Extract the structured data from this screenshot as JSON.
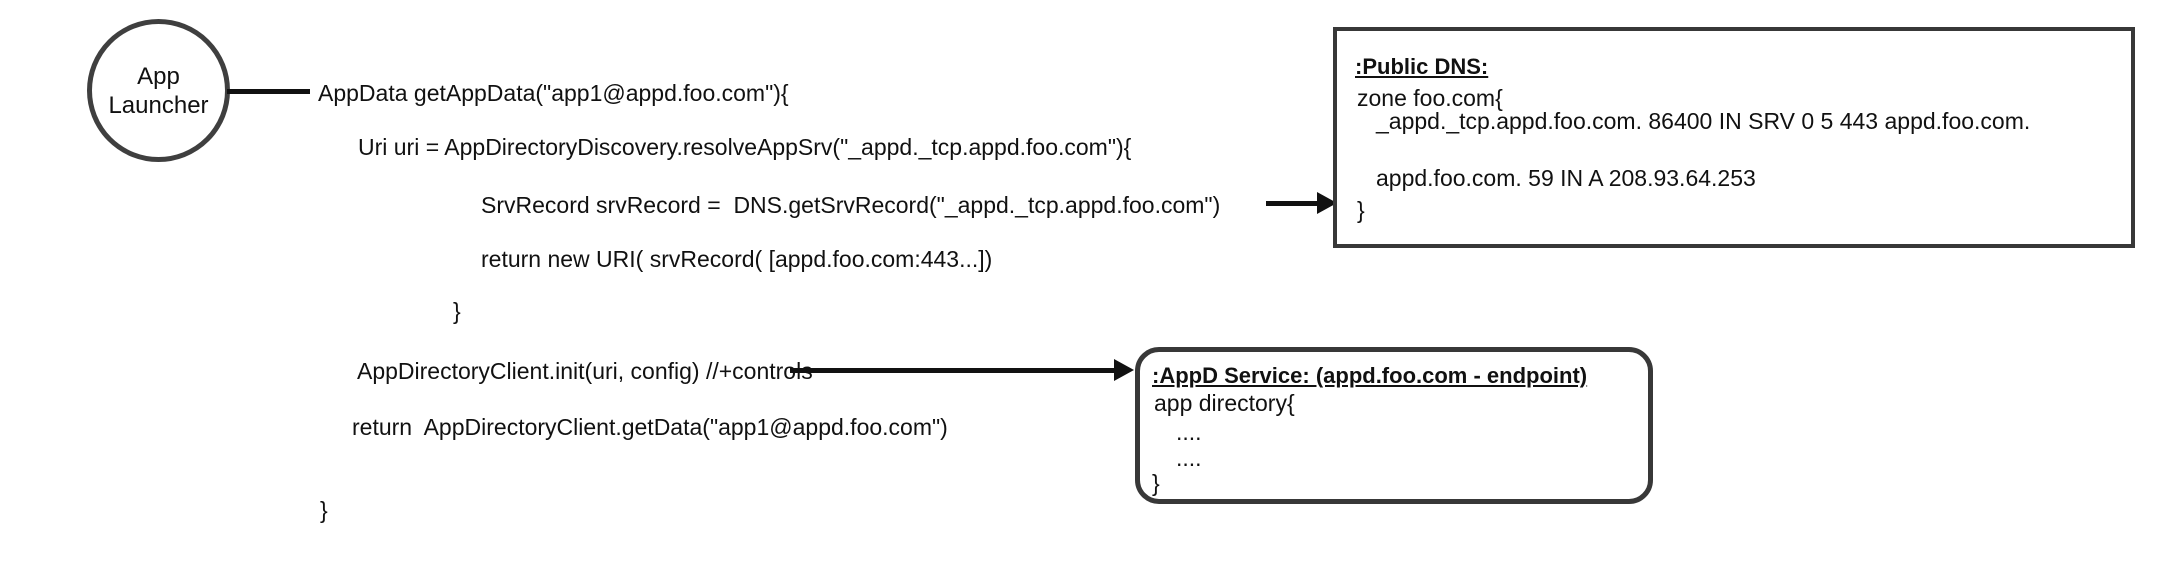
{
  "actor": {
    "label": "App\nLauncher"
  },
  "code": {
    "lines": [
      "AppData getAppData(\"app1@appd.foo.com\"){",
      "Uri uri = AppDirectoryDiscovery.resolveAppSrv(\"_appd._tcp.appd.foo.com\"){",
      "SrvRecord srvRecord =  DNS.getSrvRecord(\"_appd._tcp.appd.foo.com\")",
      "return new URI( srvRecord( [appd.foo.com:443...])",
      "}",
      "AppDirectoryClient.init(uri, config) //+controls",
      "return  AppDirectoryClient.getData(\"app1@appd.foo.com\")",
      "}"
    ]
  },
  "dns_box": {
    "title": ":Public DNS:",
    "lines": [
      "zone foo.com{",
      "_appd._tcp.appd.foo.com. 86400 IN SRV 0 5 443 appd.foo.com.",
      "appd.foo.com. 59 IN A 208.93.64.253",
      "}"
    ]
  },
  "appd_box": {
    "title": ":AppD Service: (appd.foo.com - endpoint)",
    "lines": [
      "app directory{",
      "....",
      "....",
      "}"
    ]
  },
  "colors": {
    "ink": "#111111",
    "border": "#383838",
    "background": "#ffffff"
  }
}
